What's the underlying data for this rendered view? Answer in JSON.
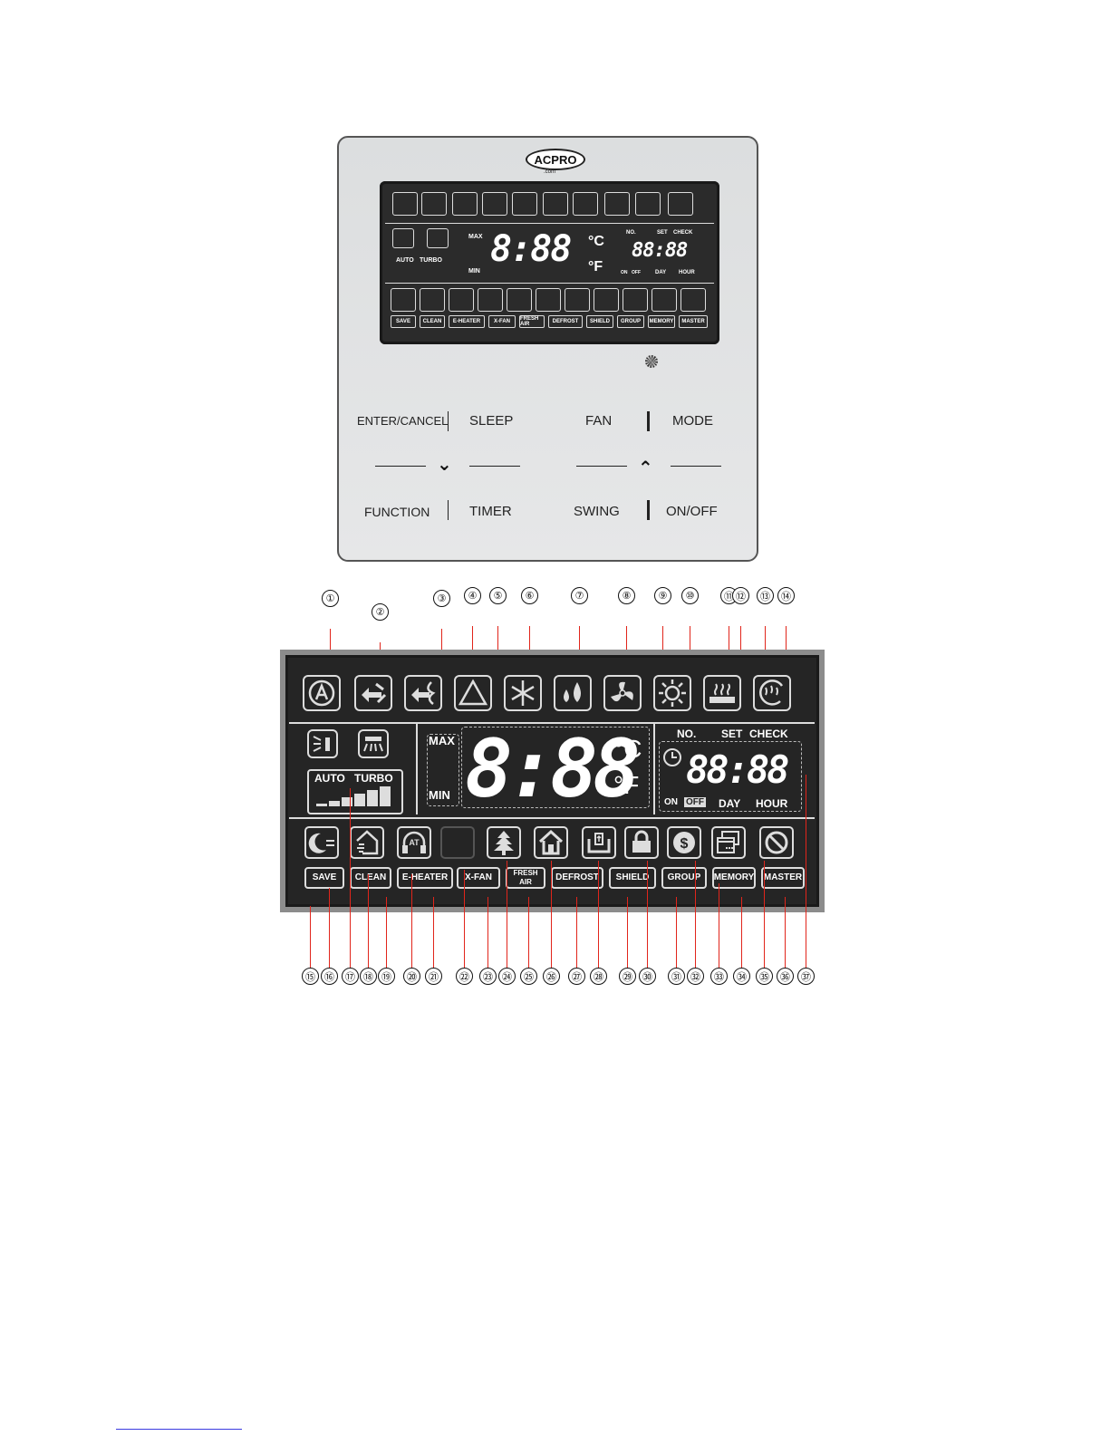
{
  "remote": {
    "logo": "ACPRO",
    "logo_sub": ".com",
    "buttons": {
      "enter_cancel": "ENTER/CANCEL",
      "sleep": "SLEEP",
      "fan": "FAN",
      "mode": "MODE",
      "function": "FUNCTION",
      "timer": "TIMER",
      "swing": "SWING",
      "on_off": "ON/OFF"
    },
    "arrow_down": "⌄",
    "arrow_up": "⌃"
  },
  "lcd": {
    "max": "MAX",
    "min": "MIN",
    "temp_digits": "8:88",
    "celsius": "°C",
    "fahrenheit": "°F",
    "no": "NO.",
    "set": "SET",
    "check": "CHECK",
    "time_digits": "88:88",
    "on": "ON",
    "off": "OFF",
    "day": "DAY",
    "hour": "HOUR",
    "auto": "AUTO",
    "turbo": "TURBO",
    "labels": {
      "save": "SAVE",
      "clean": "CLEAN",
      "e_heater": "E-HEATER",
      "x_fan": "X-FAN",
      "fresh_air": "FRESH AIR",
      "defrost": "DEFROST",
      "shield": "SHIELD",
      "group": "GROUP",
      "memory": "MEMORY",
      "master": "MASTER"
    }
  },
  "callouts_top": [
    "①",
    "②",
    "③",
    "④",
    "⑤",
    "⑥",
    "⑦",
    "⑧",
    "⑨",
    "⑩",
    "⑪",
    "⑫",
    "⑬",
    "⑭"
  ],
  "callouts_bottom": [
    "⑮",
    "⑯",
    "⑰",
    "⑱",
    "⑲",
    "⑳",
    "㉑",
    "㉒",
    "㉓",
    "㉔",
    "㉕",
    "㉖",
    "㉗",
    "㉘",
    "㉙",
    "㉚",
    "㉛",
    "㉜",
    "㉝",
    "㉞",
    "㉟",
    "㊱",
    "㊲"
  ]
}
